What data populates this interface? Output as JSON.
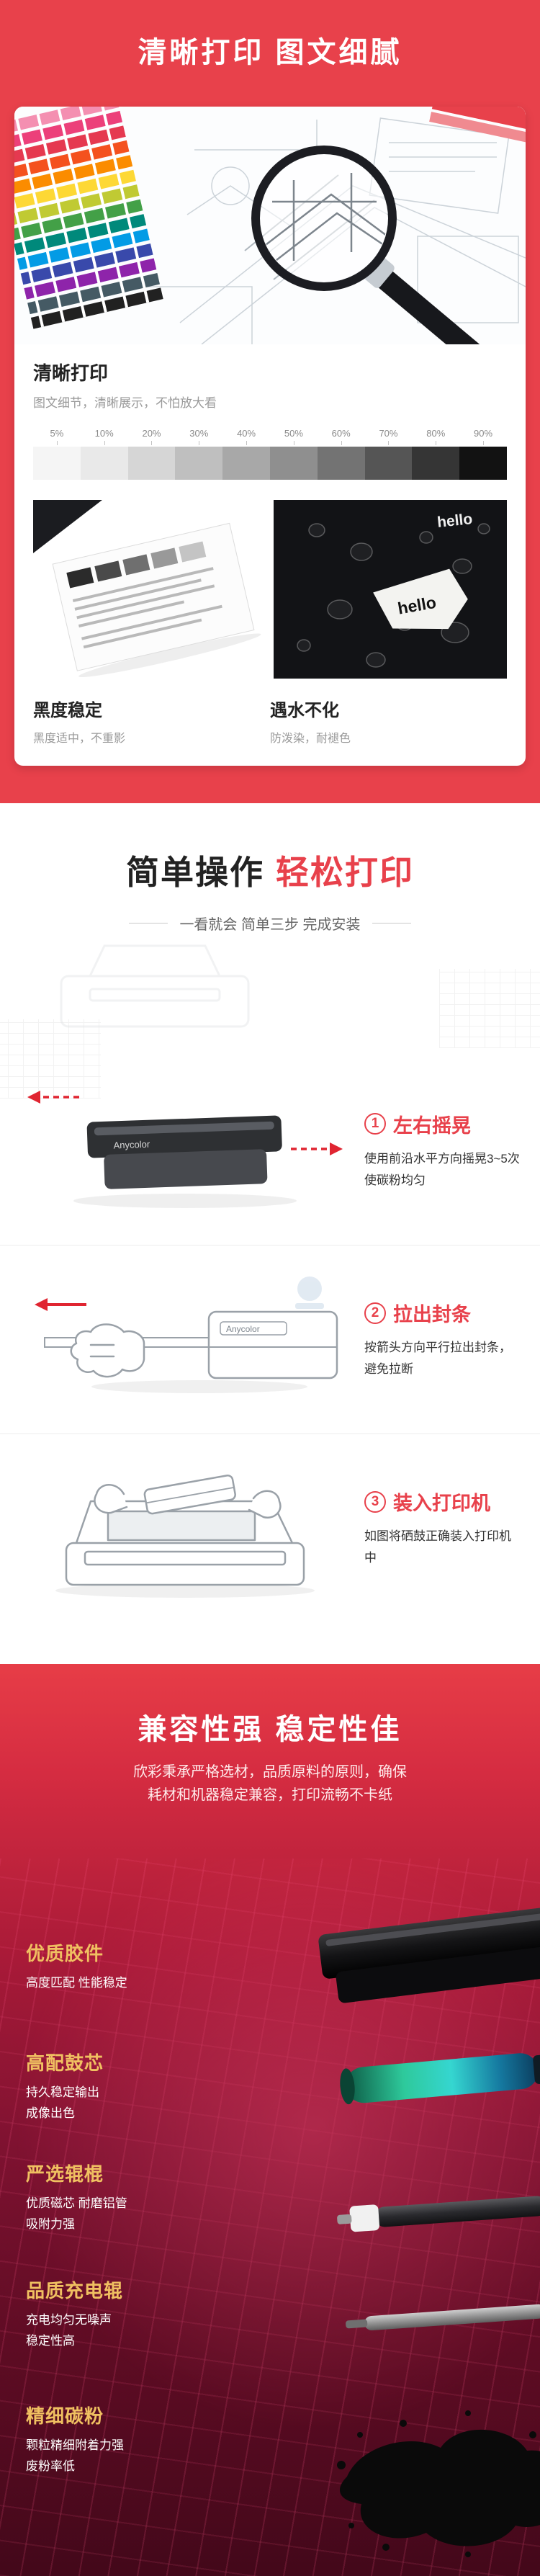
{
  "theme": {
    "red": "#e8414b",
    "gold": "#f0c061"
  },
  "quality_section": {
    "title": "清晰打印  图文细腻",
    "card": {
      "heading": "清晰打印",
      "subheading": "图文细节，清晰展示，不怕放大看",
      "density_scale": {
        "labels": [
          "5%",
          "10%",
          "20%",
          "30%",
          "40%",
          "50%",
          "60%",
          "70%",
          "80%",
          "90%"
        ],
        "colors": [
          "#f5f5f5",
          "#e9e9e9",
          "#d6d6d6",
          "#bfbfbf",
          "#a8a8a8",
          "#8f8f8f",
          "#737373",
          "#555555",
          "#353535",
          "#121212"
        ]
      },
      "sample_text": "hello",
      "features": [
        {
          "title": "黑度稳定",
          "desc": "黑度适中，不重影"
        },
        {
          "title": "遇水不化",
          "desc": "防泼染，耐褪色"
        }
      ]
    }
  },
  "steps_section": {
    "title_black": "简单操作",
    "title_red": "轻松打印",
    "subtitle": "一看就会  简单三步  完成安装",
    "brand": "Anycolor",
    "steps": [
      {
        "num": "1",
        "title": "左右摇晃",
        "desc": "使用前沿水平方向摇晃3~5次使碳粉均匀"
      },
      {
        "num": "2",
        "title": "拉出封条",
        "desc": "按箭头方向平行拉出封条，避免拉断"
      },
      {
        "num": "3",
        "title": "装入打印机",
        "desc": "如图将硒鼓正确装入打印机中"
      }
    ]
  },
  "compat_section": {
    "title": "兼容性强  稳定性佳",
    "intro": "欣彩秉承严格选材，品质原料的原则，确保\n耗材和机器稳定兼容，打印流畅不卡纸",
    "features": [
      {
        "title": "优质胶件",
        "desc": "高度匹配 性能稳定"
      },
      {
        "title": "高配鼓芯",
        "desc": "持久稳定输出\n成像出色"
      },
      {
        "title": "严选辊棍",
        "desc": "优质磁芯 耐磨铝管\n吸附力强"
      },
      {
        "title": "品质充电辊",
        "desc": "充电均匀无噪声\n稳定性高"
      },
      {
        "title": "精细碳粉",
        "desc": "颗粒精细附着力强\n废粉率低"
      }
    ]
  }
}
